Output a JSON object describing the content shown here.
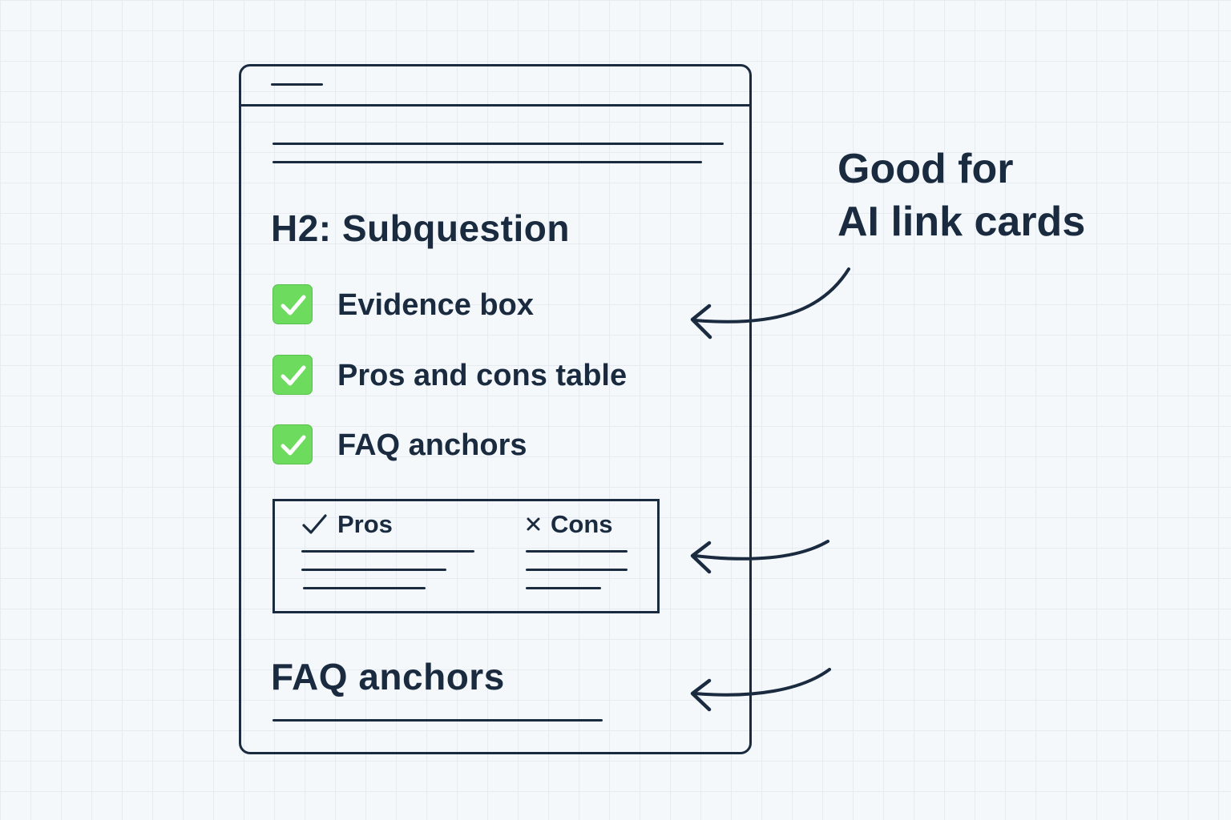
{
  "document": {
    "heading": "H2: Subquestion",
    "checklist": [
      {
        "label": "Evidence box",
        "icon": "checkmark-icon"
      },
      {
        "label": "Pros and cons table",
        "icon": "checkmark-icon"
      },
      {
        "label": "FAQ anchors",
        "icon": "checkmark-icon"
      }
    ],
    "pros_cons_table": {
      "pros_label": "Pros",
      "cons_label": "Cons",
      "pros_icon": "checkmark-icon",
      "cons_icon": "cross-icon"
    },
    "faq_heading": "FAQ anchors"
  },
  "callout": {
    "line1": "Good for",
    "line2": "AI link cards"
  },
  "colors": {
    "ink": "#1a2b40",
    "check_green": "#6ddb5e",
    "background": "#f5f8fb",
    "grid": "#e6ebf1"
  }
}
